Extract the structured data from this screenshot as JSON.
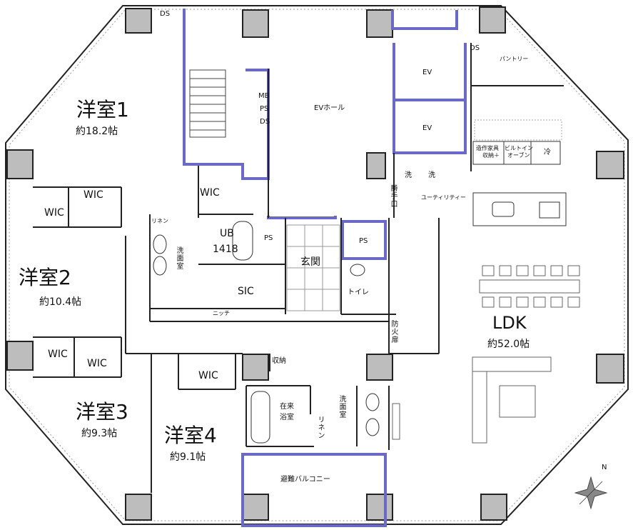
{
  "title": "Floor plan",
  "rooms": {
    "bedroom1": {
      "name": "洋室1",
      "size": "約18.2帖"
    },
    "bedroom2": {
      "name": "洋室2",
      "size": "約10.4帖"
    },
    "bedroom3": {
      "name": "洋室3",
      "size": "約9.3帖"
    },
    "bedroom4": {
      "name": "洋室4",
      "size": "約9.1帖"
    },
    "ldk": {
      "name": "LDK",
      "size": "約52.0帖"
    }
  },
  "labels": {
    "ds_top": "DS",
    "ds_right": "DS",
    "pantry": "パントリー",
    "mb_ps_ds": [
      "MB",
      "PS",
      "DS"
    ],
    "ev_hall": "EVホール",
    "ev1": "EV",
    "ev2": "EV",
    "wic": "WIC",
    "built_in_storage": [
      "造作家具",
      "収納＋"
    ],
    "built_in_oven": [
      "ビルトイン",
      "オーブン"
    ],
    "fridge": "冷",
    "washer": "洗",
    "service_door": "勝手口",
    "utility": "ユーティリティー",
    "linen": "リネン",
    "ub": [
      "UB",
      "1418"
    ],
    "washroom": "洗面室",
    "ps": "PS",
    "entrance": "玄関",
    "sic": "SIC",
    "toilet": "トイレ",
    "niche": "ニッチ",
    "fire_door": "防火扉",
    "storage": "収納",
    "bathroom": [
      "在来",
      "浴室"
    ],
    "balcony": "避難バルコニー",
    "north": "N"
  }
}
